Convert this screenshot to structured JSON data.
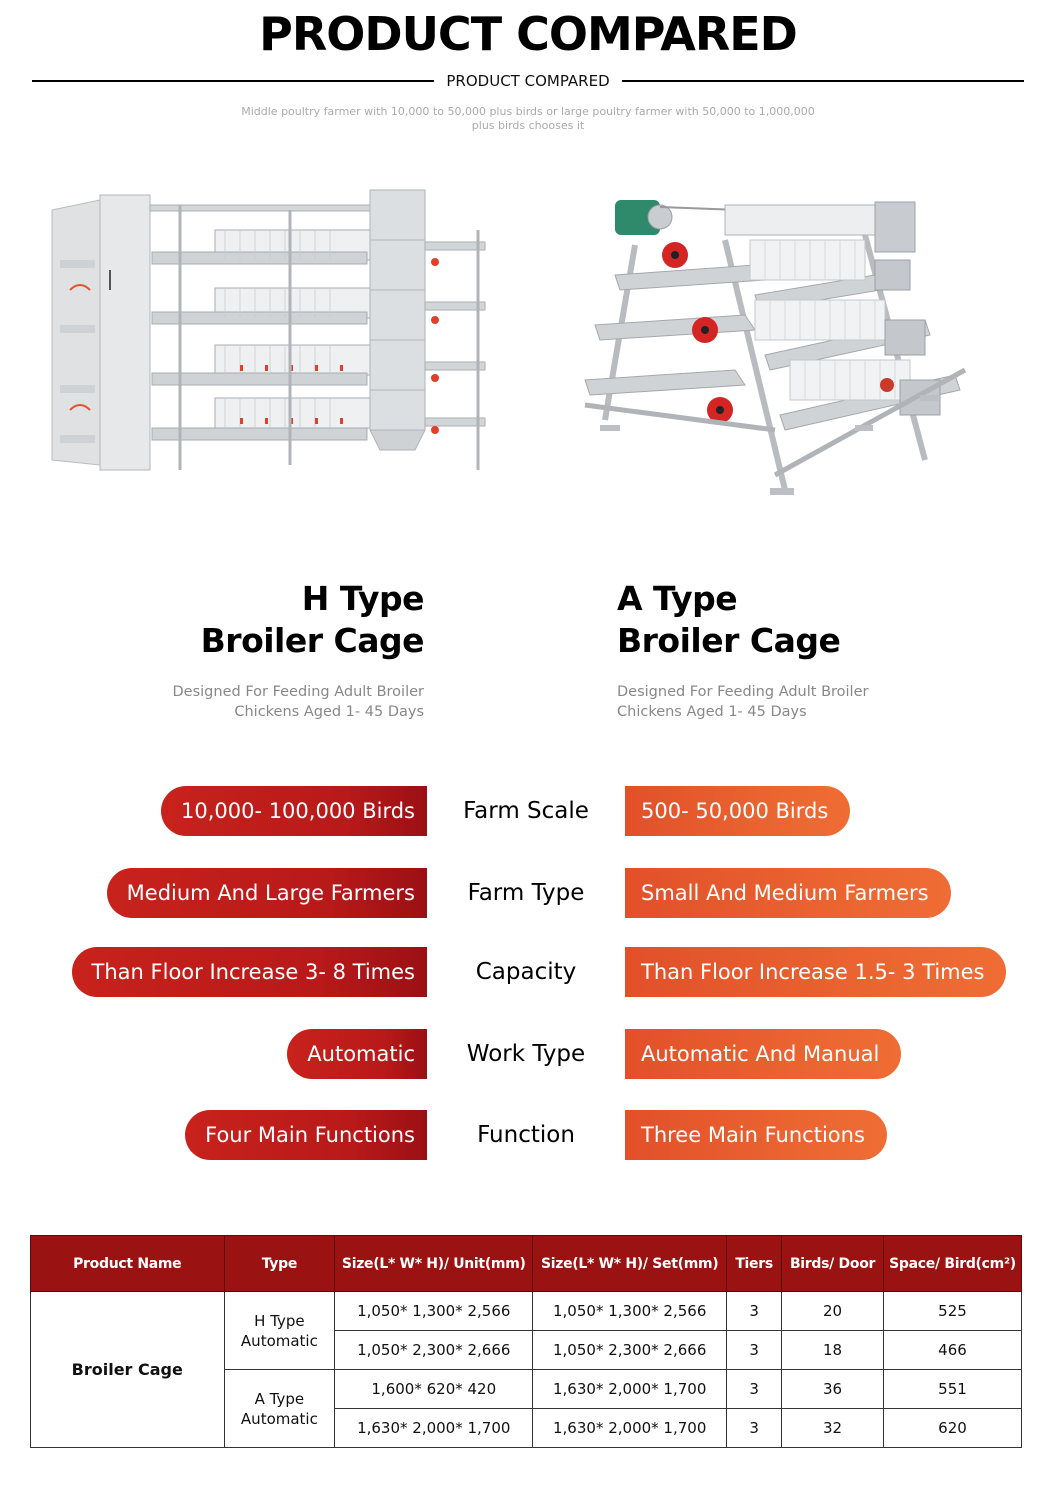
{
  "header": {
    "title": "PRODUCT COMPARED",
    "divider_label": "PRODUCT COMPARED",
    "intro": "Middle poultry farmer with 10,000 to 50,000 plus birds or large poultry farmer with 50,000 to 1,000,000 plus birds chooses it"
  },
  "products": [
    {
      "heading_line1": "H Type",
      "heading_line2": "Broiler Cage",
      "desc_line1": "Designed For Feeding Adult Broiler",
      "desc_line2": "Chickens Aged 1- 45 Days",
      "image": "h-type-broiler-cage-photo"
    },
    {
      "heading_line1": "A Type",
      "heading_line2": "Broiler Cage",
      "desc_line1": "Designed For Feeding Adult Broiler",
      "desc_line2": "Chickens Aged 1- 45 Days",
      "image": "a-type-broiler-cage-photo"
    }
  ],
  "comparison": [
    {
      "label": "Farm Scale",
      "h_type": "10,000- 100,000 Birds",
      "a_type": "500- 50,000 Birds"
    },
    {
      "label": "Farm Type",
      "h_type": "Medium And Large Farmers",
      "a_type": "Small And Medium Farmers"
    },
    {
      "label": "Capacity",
      "h_type": "Than Floor Increase 3- 8 Times",
      "a_type": "Than Floor Increase 1.5- 3 Times"
    },
    {
      "label": "Work Type",
      "h_type": "Automatic",
      "a_type": "Automatic And Manual"
    },
    {
      "label": "Function",
      "h_type": "Four Main Functions",
      "a_type": "Three Main Functions"
    }
  ],
  "colors": {
    "h_pill": "#b81919",
    "a_pill": "#ea6330",
    "table_header": "#9b1212"
  },
  "table": {
    "headers": [
      "Product Name",
      "Type",
      "Size(L* W* H)/ Unit(mm)",
      "Size(L* W* H)/ Set(mm)",
      "Tiers",
      "Birds/ Door",
      "Space/ Bird(cm²)"
    ],
    "product_name": "Broiler Cage",
    "groups": [
      {
        "type_line1": "H Type",
        "type_line2": "Automatic",
        "rows": [
          {
            "unit_size": "1,050* 1,300* 2,566",
            "set_size": "1,050* 1,300* 2,566",
            "tiers": "3",
            "birds_door": "20",
            "space_bird": "525"
          },
          {
            "unit_size": "1,050* 2,300* 2,666",
            "set_size": "1,050* 2,300* 2,666",
            "tiers": "3",
            "birds_door": "18",
            "space_bird": "466"
          }
        ]
      },
      {
        "type_line1": "A Type",
        "type_line2": "Automatic",
        "rows": [
          {
            "unit_size": "1,600* 620* 420",
            "set_size": "1,630* 2,000* 1,700",
            "tiers": "3",
            "birds_door": "36",
            "space_bird": "551"
          },
          {
            "unit_size": "1,630* 2,000* 1,700",
            "set_size": "1,630* 2,000* 1,700",
            "tiers": "3",
            "birds_door": "32",
            "space_bird": "620"
          }
        ]
      }
    ]
  }
}
